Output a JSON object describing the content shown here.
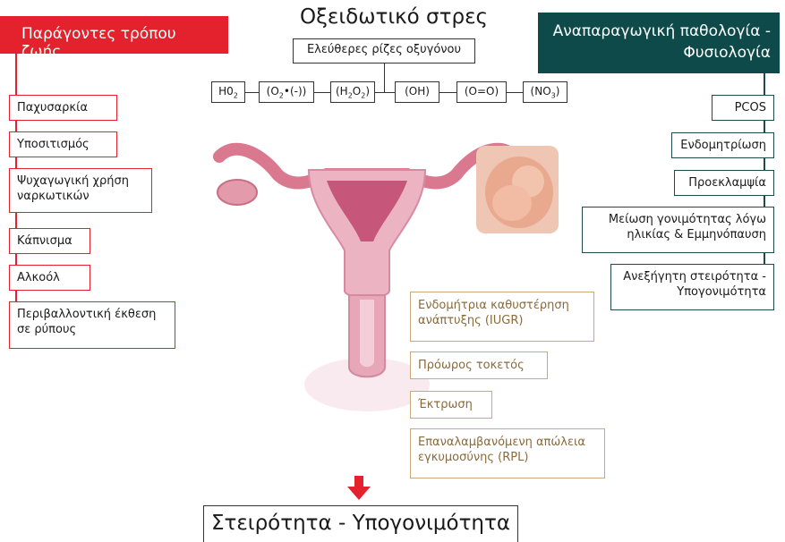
{
  "title": "Οξειδωτικό στρες",
  "ros_label": "Ελεύθερες ρίζες οξυγόνου",
  "chemicals": [
    {
      "main": "H0",
      "sub1": "2",
      "rest": ""
    },
    {
      "main": "(O",
      "sub1": "2",
      "rest": "•(-))"
    },
    {
      "main": "(H",
      "sub1": "2",
      "mid": "O",
      "sub2": "2",
      "rest": ")"
    },
    {
      "main": "(OH)",
      "sub1": "",
      "rest": ""
    },
    {
      "main": "(O=O)",
      "sub1": "",
      "rest": ""
    },
    {
      "main": "(NO",
      "sub1": "3",
      "rest": ")"
    }
  ],
  "left": {
    "header": "Παράγοντες τρόπου ζωής",
    "items": [
      "Παχυσαρκία",
      "Υποσιτισμός",
      "Ψυχαγωγική χρήση ναρκωτικών",
      "Κάπνισμα",
      "Αλκοόλ",
      "Περιβαλλοντική έκθεση σε ρύπους"
    ]
  },
  "right": {
    "header": "Αναπαραγωγική παθολογία - Φυσιολογία",
    "items": [
      "PCOS",
      "Ενδομητρίωση",
      "Προεκλαμψία",
      "Μείωση γονιμότητας λόγω ηλικίας & Εμμηνόπαυση",
      "Ανεξήγητη στειρότητα - Υπογονιμότητα"
    ]
  },
  "outcomes": [
    "Ενδομήτρια καθυστέρηση ανάπτυξης (IUGR)",
    "Πρόωρος τοκετός",
    "Έκτρωση",
    "Επαναλαμβανόμενη απώλεια εγκυμοσύνης (RPL)"
  ],
  "result": "Στειρότητα - Υπογονιμότητα",
  "colors": {
    "red": "#e4222e",
    "teal": "#0f4a4b",
    "tan": "#c8a977",
    "uterus": "#e7a4b6"
  }
}
